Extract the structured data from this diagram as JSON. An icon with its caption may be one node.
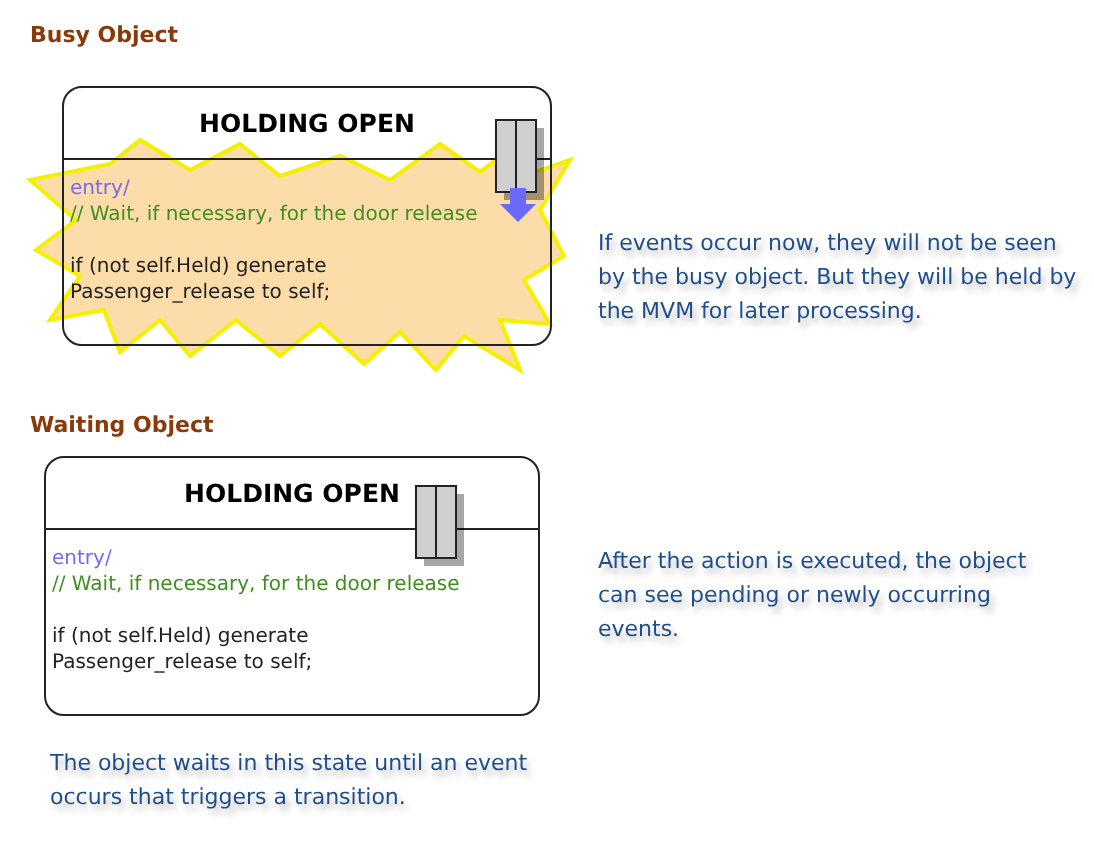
{
  "diagram": {
    "nodes": [
      {
        "text": [
          "HOLDING OPEN",
          "entry/",
          "// Wait, if necessary, for the door release",
          "if (not self.Held) generate Passenger_release to self;"
        ]
      },
      {
        "text": [
          "HOLDING OPEN",
          "entry/",
          "// Wait, if necessary, for the door release",
          "if (not self.Held) generate Passenger_release to self;"
        ]
      }
    ],
    "labels": [
      "Busy Object",
      "If events occur now, they will not be seen by the busy object.  But they will be held by the MVM for later processing.",
      "Waiting Object",
      "After the action is executed, the object can see pending or newly occurring events.",
      "The object waits in this state until an event occurs that triggers a transition."
    ]
  }
}
